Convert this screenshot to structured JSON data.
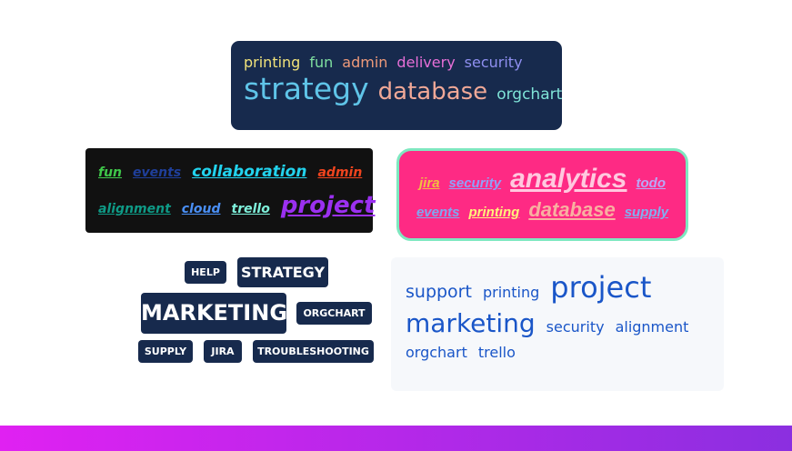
{
  "cloud_dark_blue": {
    "words": [
      {
        "text": "printing",
        "color": "#f1e27a"
      },
      {
        "text": "fun",
        "color": "#7fe0a0"
      },
      {
        "text": "admin",
        "color": "#ef9a7a"
      },
      {
        "text": "delivery",
        "color": "#e76fd7"
      },
      {
        "text": "security",
        "color": "#8f8ff0"
      },
      {
        "text": "strategy",
        "color": "#5fc4e8"
      },
      {
        "text": "database",
        "color": "#f0a897"
      },
      {
        "text": "orgchart",
        "color": "#7fe4d8"
      }
    ]
  },
  "cloud_black": {
    "words": [
      {
        "text": "fun",
        "color": "#3fc84a"
      },
      {
        "text": "events",
        "color": "#1f3f9a"
      },
      {
        "text": "collaboration",
        "color": "#22d3ee"
      },
      {
        "text": "admin",
        "color": "#f0441e"
      },
      {
        "text": "alignment",
        "color": "#0e9a86"
      },
      {
        "text": "cloud",
        "color": "#4a8ff5"
      },
      {
        "text": "trello",
        "color": "#7ff2dc"
      },
      {
        "text": "project",
        "color": "#9b30f0"
      }
    ]
  },
  "cloud_pink": {
    "words": [
      {
        "text": "jira",
        "color": "#f0c040"
      },
      {
        "text": "security",
        "color": "#8fa0f8"
      },
      {
        "text": "analytics",
        "color": "#ffc9df"
      },
      {
        "text": "todo",
        "color": "#b8a8f8"
      },
      {
        "text": "events",
        "color": "#7fa8f0"
      },
      {
        "text": "printing",
        "color": "#fff27a"
      },
      {
        "text": "database",
        "color": "#f8b0a0"
      },
      {
        "text": "supply",
        "color": "#80b0f0"
      }
    ]
  },
  "cloud_pills": {
    "words": [
      "help",
      "strategy",
      "marketing",
      "orgchart",
      "supply",
      "jira",
      "troubleshooting"
    ]
  },
  "cloud_light": {
    "words": [
      "support",
      "printing",
      "project",
      "marketing",
      "security",
      "alignment",
      "orgchart",
      "trello"
    ]
  }
}
